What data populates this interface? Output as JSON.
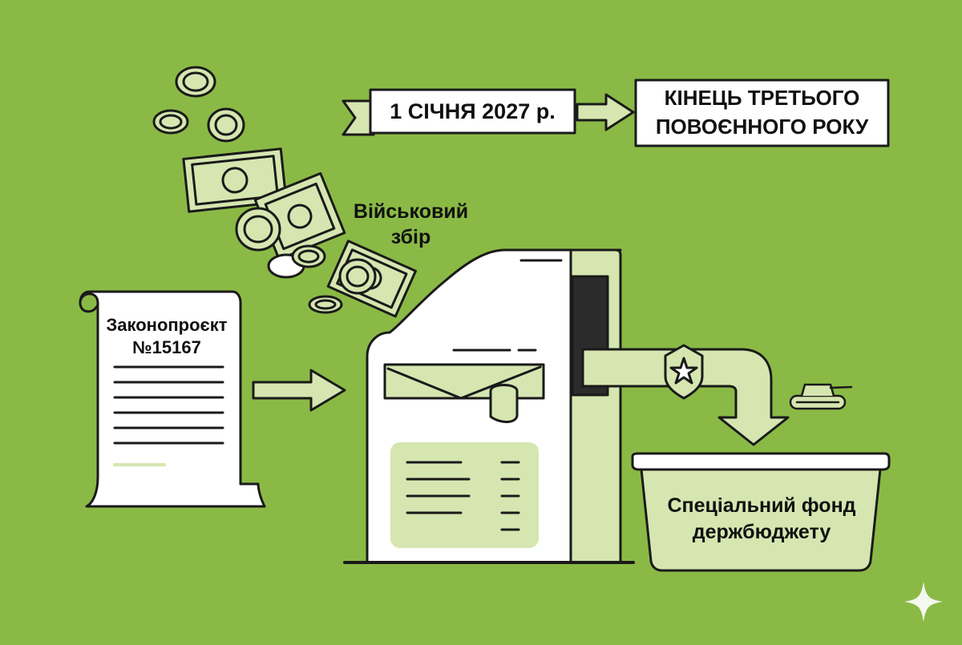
{
  "timeline": {
    "start_label": "1 СІЧНЯ 2027 р.",
    "end_label_line1": "КІНЕЦЬ ТРЕТЬОГО",
    "end_label_line2": "ПОВОЄННОГО РОКУ"
  },
  "levy": {
    "line1": "Військовий",
    "line2": "збір"
  },
  "bill": {
    "line1": "Законопроєкт",
    "line2": "№15167"
  },
  "fund": {
    "line1": "Спеціальний фонд",
    "line2": "держбюджету"
  },
  "colors": {
    "background": "#8aba45",
    "light_green": "#d5e6b0",
    "white": "#ffffff",
    "outline": "#1a1a1a",
    "dark": "#2b2b2b"
  },
  "icons": [
    "coin-icon",
    "banknote-icon",
    "scroll-icon",
    "arrow-icon",
    "shield-star-icon",
    "tank-icon",
    "sparkle-icon"
  ]
}
